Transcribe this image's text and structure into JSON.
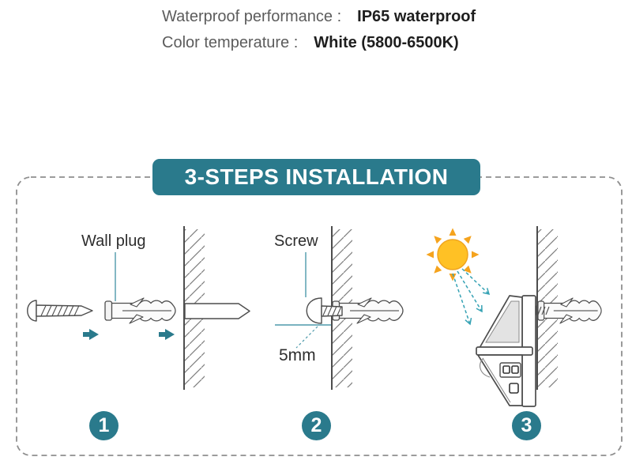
{
  "specs": [
    {
      "label": "Waterproof performance :",
      "value": "IP65 waterproof"
    },
    {
      "label": "Color temperature :",
      "value": "White (5800-6500K)"
    }
  ],
  "installation": {
    "title": "3-STEPS INSTALLATION",
    "steps": [
      {
        "number": "1",
        "label": "Wall plug"
      },
      {
        "number": "2",
        "label": "Screw",
        "measurement": "5mm"
      },
      {
        "number": "3"
      }
    ]
  },
  "icons": [
    "screw-icon",
    "wall-plug-icon",
    "wall-icon",
    "arrow-right-icon",
    "sun-icon",
    "sunlight-arrow-icon",
    "solar-lamp-icon"
  ],
  "colors": {
    "accent_teal": "#2a7a8c",
    "pointer_teal": "#4e9aab",
    "teal_light": "#35a2b4",
    "sun_yellow": "#ffc125",
    "sun_ray_orange": "#f5a31d",
    "line_dark": "#4d4d4d",
    "hatch_gray": "#7d7d7d",
    "dashed_border_gray": "#8f8f8f",
    "spec_label_gray": "#5c5c5c",
    "spec_value_dark": "#1e1e1e"
  }
}
